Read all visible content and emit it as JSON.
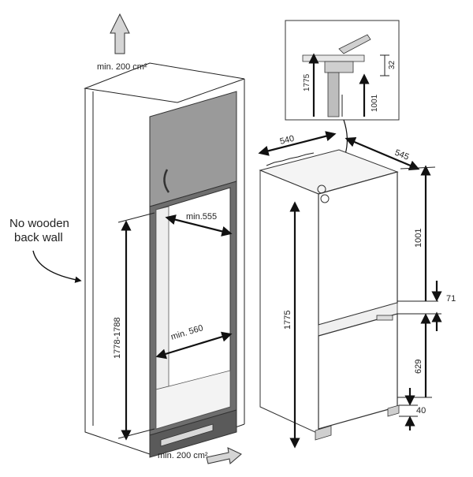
{
  "labels": {
    "min_200_top": "min. 200 cm²",
    "min_200_bottom": "min. 200 cm²",
    "no_wooden_line1": "No wooden",
    "no_wooden_line2": "back wall",
    "min_555": "min.555",
    "min_560": "min. 560",
    "height_range": "1778-1788",
    "depth_540": "540",
    "width_545": "545",
    "height_1775": "1775",
    "upper_1001": "1001",
    "gap_71": "71",
    "lower_629": "629",
    "foot_40": "40",
    "detail_1775": "1775",
    "detail_1001": "1001",
    "detail_32": "32"
  },
  "colors": {
    "cabinet_door": "#9a9a9a",
    "frame": "#6e6e6e",
    "dark": "#4a4a4a",
    "light_fill": "#f2f2f2",
    "vent_arrow": "#bdbdbd"
  },
  "icons": {
    "airflow_up": "arrow-up-icon",
    "airflow_in": "arrow-right-icon"
  }
}
